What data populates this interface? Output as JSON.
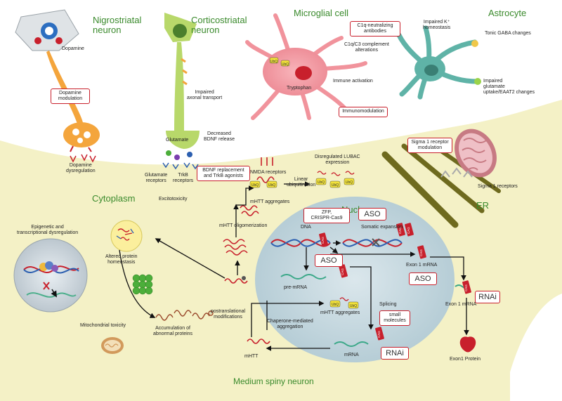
{
  "titles": {
    "nigrostriatal": "Nigrostriatal\nneuron",
    "corticostriatal": "Corticostriatal\nneuron",
    "microglial": "Microglial cell",
    "astrocyte": "Astrocyte",
    "cytoplasm": "Cytoplasm",
    "nucleus": "Nucleus",
    "er": "ER",
    "medium_spiny": "Medium spiny neuron"
  },
  "labels": {
    "dopamine": "Dopamine",
    "dopamine_dysregulation": "Dopamine\ndysregulation",
    "impaired_axonal_transport": "Impaired\naxonal transport",
    "glutamate": "Glutamate",
    "decreased_bdnf": "Decreased\nBDNF release",
    "glutamate_receptors": "Glutamate\nreceptors",
    "trkb_receptors": "TrkB\nreceptors",
    "excitotoxicity": "Excitotoxicity",
    "tryptophan": "Tryptophan",
    "immune_activation": "Immune activation",
    "c1q_c3": "C1q/C3 complement\nalterations",
    "impaired_k": "Impaired K⁺\nhomeostasis",
    "tonic_gaba": "Tonic GABA changes",
    "impaired_glutamate_uptake": "Impaired\nglutamate\nuptake/EAAT2 changes",
    "nmda_receptors": "NMDA receptors",
    "linear_ubiquitination": "Linear\nubiquitination",
    "disregulated_lubac": "Disregulated LUBAC\nexpression",
    "sigma1_receptors": "Sigma 1 receptors",
    "mhtt_aggregates_top": "mHTT aggregates",
    "mhtt_oligomerization": "mHTT oligomerization",
    "altered_protein": "Altered protein\nhomeostasis",
    "epigenetic": "Epigenetic and\ntranscriptional dysregulation",
    "mito_toxicity": "Mitochondrial toxicity",
    "accumulation": "Accumulation of\nabnormal proteins",
    "postranslational": "postranslational\nmodifications",
    "chaperone": "Chaperone-mediated\naggregation",
    "mhtt_bottom": "mHTT",
    "dna": "DNA",
    "somatic_expansion": "Somatic expansion",
    "pre_mrna": "pre-mRNA",
    "exon1_mrna_nucleus": "Exon 1 mRNA",
    "splicing": "Splicing",
    "mhtt_aggregates_nucleus": "mHTT aggregates",
    "mrna": "mRNA",
    "exon1_mrna_er": "Exon 1 mRNA",
    "exon1_protein": "Exon1 Protein"
  },
  "boxes": {
    "dopamine_modulation": "Dopamine\nmodulation",
    "c1q_antibodies": "C1q-neutralizing\nantibodies",
    "immunomodulation": "Immunomodulation",
    "bdnf_replacement": "BDNF replacement\nand TrkB agonists",
    "sigma1_modulation": "Sigma 1 receptor\nmodulation",
    "zfp": "ZFP,\nCRISPR-Cas9",
    "aso_top": "ASO",
    "aso_mid": "ASO",
    "aso_right": "ASO",
    "small_molecules": "small\nmolecules",
    "rnai_mrna": "RNAi",
    "rnai_er": "RNAi"
  },
  "tags": {
    "cag": "CAG",
    "ubq": "UbQ"
  },
  "colors": {
    "cytoplasm": "#f4f1c6",
    "nucleus": "#c5d8df",
    "therapy_border": "#c8202c",
    "title_green": "#3a8a2c",
    "nigrostriatal": "#f4a53c",
    "corticostriatal": "#b8d86a",
    "microglia": "#f4a7ae",
    "astrocyte": "#5fb3a7"
  }
}
